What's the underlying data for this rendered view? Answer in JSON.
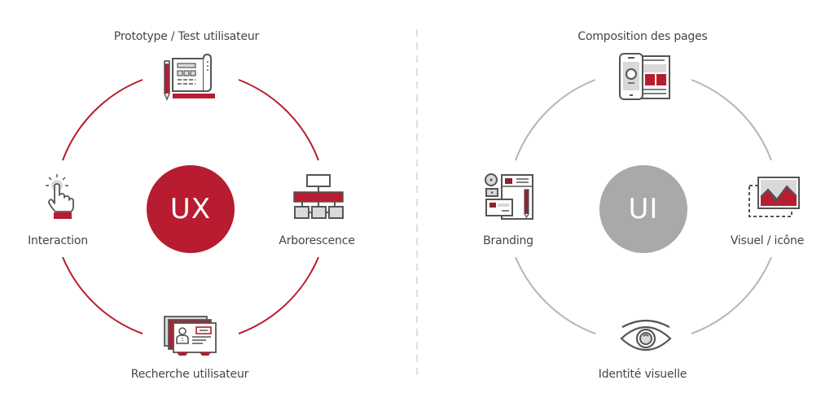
{
  "colors": {
    "ux_accent": "#b71c31",
    "ui_accent": "#a9a9a9",
    "ui_arc": "#b5b5b5",
    "icon_stroke": "#555555",
    "icon_fill_gray": "#d9d9d9",
    "text": "#454545",
    "divider": "#e0e0e0"
  },
  "ux": {
    "hub_label": "UX",
    "nodes": [
      {
        "position": "top",
        "label": "Prototype / Test utilisateur",
        "icon": "blueprint-icon"
      },
      {
        "position": "left",
        "label": "Interaction",
        "icon": "pointer-hand-icon"
      },
      {
        "position": "right",
        "label": "Arborescence",
        "icon": "sitemap-icon"
      },
      {
        "position": "bottom",
        "label": "Recherche utilisateur",
        "icon": "user-profile-card-icon"
      }
    ]
  },
  "ui": {
    "hub_label": "UI",
    "nodes": [
      {
        "position": "top",
        "label": "Composition des pages",
        "icon": "responsive-layout-icon"
      },
      {
        "position": "left",
        "label": "Branding",
        "icon": "brand-assets-icon"
      },
      {
        "position": "right",
        "label": "Visuel / icône",
        "icon": "image-icon"
      },
      {
        "position": "bottom",
        "label": "Identité visuelle",
        "icon": "eye-icon"
      }
    ]
  }
}
